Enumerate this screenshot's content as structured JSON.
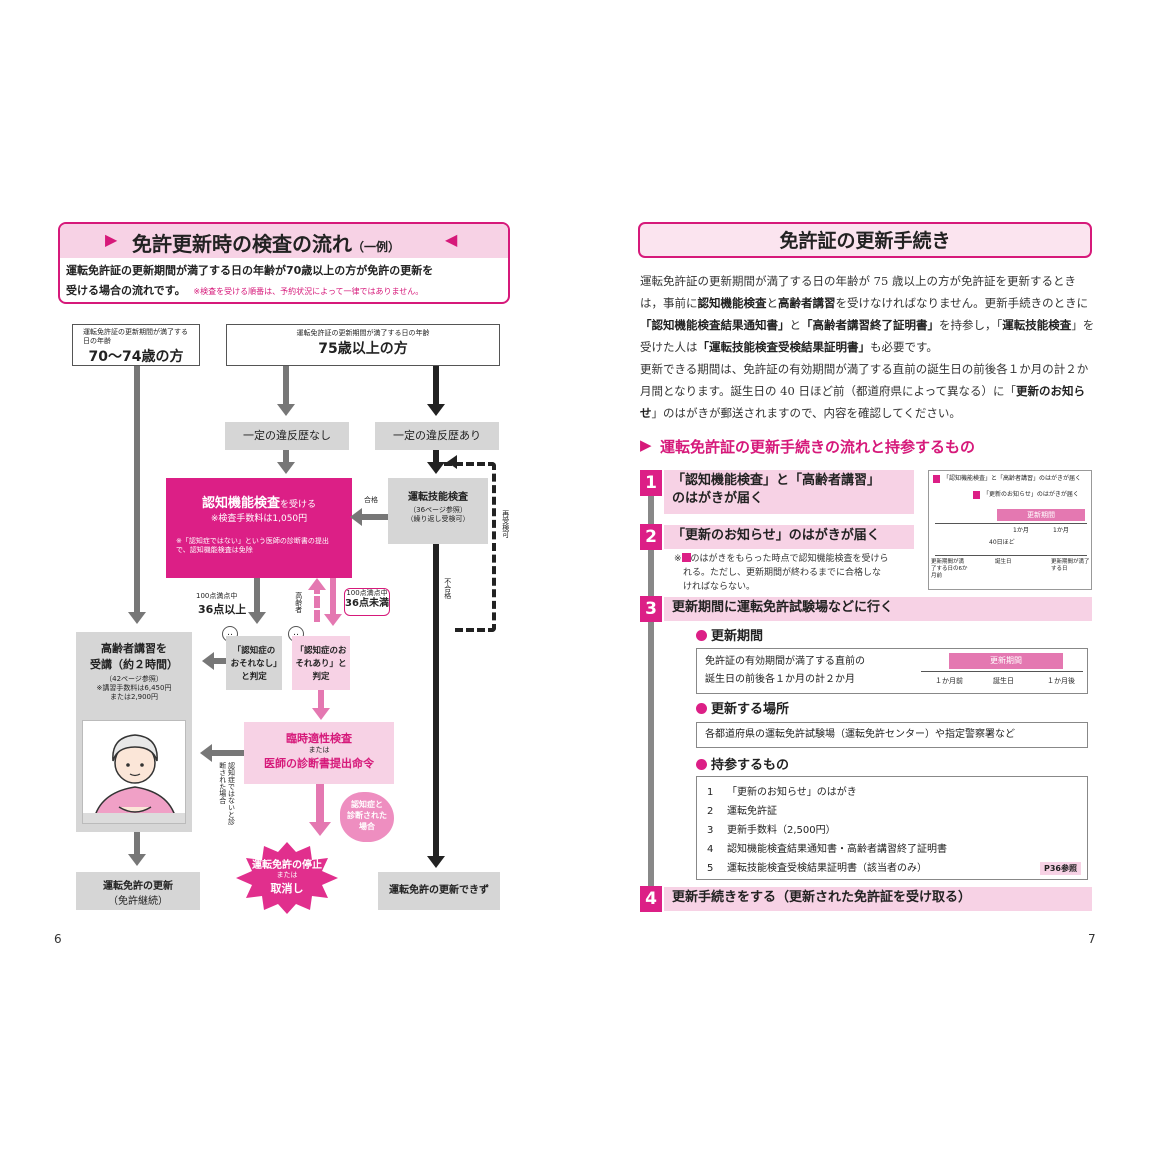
{
  "left": {
    "title_main": "免許更新時の検査の流れ",
    "title_sub": "（一例）",
    "intro_line1": "運転免許証の更新期間が満了する日の年齢が70歳以上の方が免許の更新を",
    "intro_line2": "受ける場合の流れです。",
    "intro_note": "※検査を受ける順番は、予約状況によって一律ではありません。",
    "age_70_small": "運転免許証の更新期間が満了する日の年齢",
    "age_70_label": "70〜74歳の方",
    "age_75_small": "運転免許証の更新期間が満了する日の年齢",
    "age_75_label": "75歳以上の方",
    "no_violation": "一定の違反歴なし",
    "violation": "一定の違反歴あり",
    "ninchi_title_b": "認知機能検査",
    "ninchi_title_r": "を受ける",
    "ninchi_fee": "※検査手数料は1,050円",
    "ninchi_note": "※「認知症ではない」という医師の診断書の提出で、認知機能検査は免除",
    "pass": "合格",
    "unten_title": "運転技能検査",
    "unten_ref": "（36ページ参照）",
    "unten_repeat": "（繰り返し受検可）",
    "retest": "再受検可",
    "fail": "不合格",
    "score_low_1": "100点満点中",
    "score_low_2": "36点以上",
    "score_high_1": "100点満点中",
    "score_high_2": "36点未満",
    "high_age": "高齢者",
    "no_dementia": "「認知症のおそれなし」と判定",
    "dementia": "「認知症のおそれあり」と判定",
    "koureisha_1": "高齢者講習を",
    "koureisha_2": "受講（約２時間）",
    "koureisha_ref": "（42ページ参照）",
    "koureisha_fee": "※講習手数料は6,450円",
    "koureisha_fee2": "または2,900円",
    "rinji_1": "臨時適性検査",
    "rinji_or": "または",
    "rinji_2": "医師の診断書提出命令",
    "not_dementia_side": "認知症ではないと診断された場合",
    "dementia_diag_1": "認知症と",
    "dementia_diag_2": "診断された",
    "dementia_diag_3": "場合",
    "stop_1": "運転免許の停止",
    "stop_or": "または",
    "stop_2": "取消し",
    "renew_1": "運転免許の更新",
    "renew_2": "（免許継続）",
    "no_renew": "運転免許の更新できず",
    "page": "6"
  },
  "right": {
    "title": "免許証の更新手続き",
    "body": [
      {
        "t": "運転免許証の更新期間が満了する日の年齢が 75 歳以上の方が免許証を更新する"
      },
      {
        "t": "ときは，事前に"
      },
      {
        "b": "認知機能検査"
      },
      {
        "t": "と"
      },
      {
        "b": "高齢者講習"
      },
      {
        "t": "を受けなければなりません。更新手続きのときに"
      },
      {
        "b": "「認知機能検査結果通知書」"
      },
      {
        "t": "と"
      },
      {
        "b": "「高齢者講習終了証明書」"
      },
      {
        "t": "を持参し，「"
      },
      {
        "b": "運転技能検査"
      },
      {
        "t": "」を受けた人は"
      },
      {
        "b": "「運転技能検査受検結果証明書」"
      },
      {
        "t": "も必要です。"
      }
    ],
    "body2": [
      {
        "t": "更新できる期間は、免許証の有効期間が満了する直前の誕生日の前後各１か月の計２か月間となります。誕生日の 40 日ほど前（都道府県によって異なる）に「"
      },
      {
        "b": "更新のお知らせ"
      },
      {
        "t": "」のはがきが郵送されますので、内容を確認してください。"
      }
    ],
    "section_title": "運転免許証の更新手続きの流れと持参するもの",
    "step1_num": "1",
    "step1_line1": "「認知機能検査」と「高齢者講習」",
    "step1_line2": "のはがきが届く",
    "step2_num": "2",
    "step2_text": "「更新のお知らせ」のはがきが届く",
    "step2_note_1": "※",
    "step2_note_1b": "のはがきをもらった時点で認知機能検査を受けら",
    "step2_note_2": "れる。ただし、更新期間が終わるまでに合格しな",
    "step2_note_3": "ければならない。",
    "step3_num": "3",
    "step3_text": "更新期間に運転免許試験場などに行く",
    "period_head": "更新期間",
    "period_line1": "免許証の有効期間が満了する直前の",
    "period_line2": "誕生日の前後各１か月の計２か月",
    "period_bar": "更新期間",
    "period_m1": "１か月前",
    "period_bd": "誕生日",
    "period_p1": "１か月後",
    "place_head": "更新する場所",
    "place_text": "各都道府県の運転免許試験場（運転免許センター）や指定警察署など",
    "items_head": "持参するもの",
    "items": [
      {
        "n": "1",
        "t": "「更新のお知らせ」のはがき"
      },
      {
        "n": "2",
        "t": "運転免許証"
      },
      {
        "n": "3",
        "t": "更新手数料（2,500円）"
      },
      {
        "n": "4",
        "t": "認知機能検査結果通知書・高齢者講習終了証明書"
      },
      {
        "n": "5",
        "t": "運転技能検査受検結果証明書（該当者のみ）"
      }
    ],
    "items_ref": "P36参照",
    "step4_num": "4",
    "step4_text": "更新手続きをする（更新された免許証を受け取る）",
    "diag_a": "「認知機能検査」と「高齢者講習」のはがきが届く",
    "diag_b": "「更新のお知らせ」のはがきが届く",
    "diag_bar": "更新期間",
    "diag_1m": "1か月",
    "diag_40": "40日ほど",
    "diag_1m2": "1か月",
    "diag_l1": "更新期間が満了する日の6か月前",
    "diag_l2": "誕生日",
    "diag_l3": "更新期間が満了する日",
    "page": "7"
  }
}
